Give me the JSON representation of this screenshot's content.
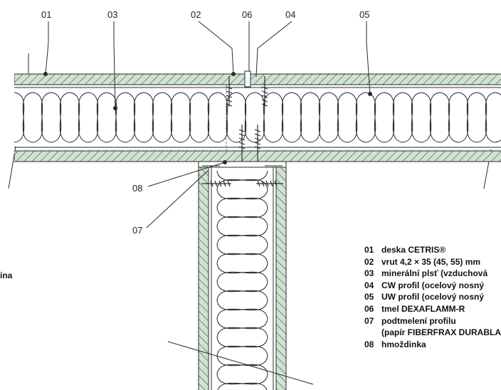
{
  "callouts": {
    "c01": "01",
    "c03": "03",
    "c02": "02",
    "c06": "06",
    "c04": "04",
    "c05": "05",
    "c08": "08",
    "c07": "07"
  },
  "side_note": "ina",
  "legend": {
    "items": [
      {
        "num": "01",
        "text": "deska CETRIS®"
      },
      {
        "num": "02",
        "text": "vrut 4,2 × 35 (45, 55) mm"
      },
      {
        "num": "03",
        "text": "minerální plsť (vzduchová"
      },
      {
        "num": "04",
        "text": "CW profil (ocelový nosný"
      },
      {
        "num": "05",
        "text": "UW profil (ocelový nosný"
      },
      {
        "num": "06",
        "text": "tmel DEXAFLAMM-R"
      },
      {
        "num": "07",
        "text": "podtmelení profilu"
      },
      {
        "num": "",
        "text": "(papír FIBERFRAX DURABLANKET"
      },
      {
        "num": "08",
        "text": "hmoždinka"
      }
    ]
  },
  "colors": {
    "board_fill": "#cfe3d3",
    "line": "#2a2a2a",
    "hatch": "#3a3a3a",
    "background": "#ffffff"
  }
}
